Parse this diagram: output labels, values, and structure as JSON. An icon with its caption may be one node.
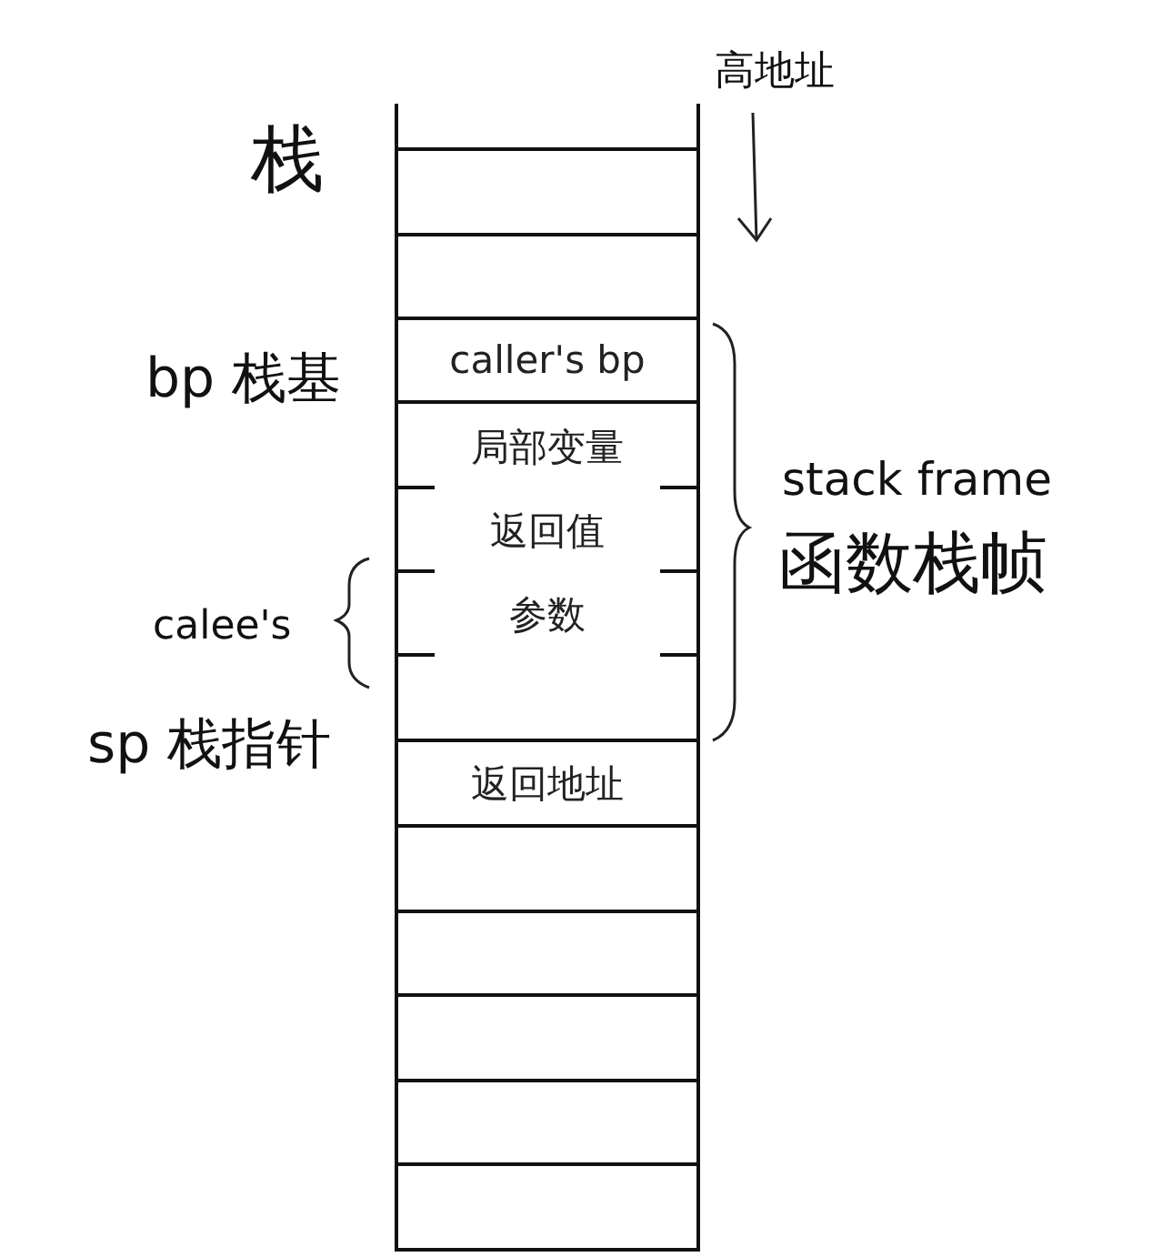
{
  "diagram": {
    "nodes": [
      {
        "text": [],
        "shape": "box"
      },
      {
        "text": [],
        "shape": "box"
      },
      {
        "text": [],
        "shape": "box"
      },
      {
        "text": [
          "caller's bp"
        ]
      },
      {
        "text": [
          "局部变量"
        ]
      },
      {
        "text": [
          "返回值"
        ]
      },
      {
        "text": [
          "参数"
        ]
      },
      {
        "text": [],
        "shape": "box"
      },
      {
        "text": [
          "返回地址"
        ]
      },
      {
        "text": [],
        "shape": "box"
      },
      {
        "text": [],
        "shape": "box"
      },
      {
        "text": [],
        "shape": "box"
      },
      {
        "text": [],
        "shape": "box"
      },
      {
        "text": [],
        "shape": "box"
      }
    ],
    "edges": [],
    "labels": [
      "高地址",
      "栈",
      "bp 栈基",
      "stack frame",
      "函数栈帧",
      "calee's",
      "sp 栈指针"
    ]
  }
}
